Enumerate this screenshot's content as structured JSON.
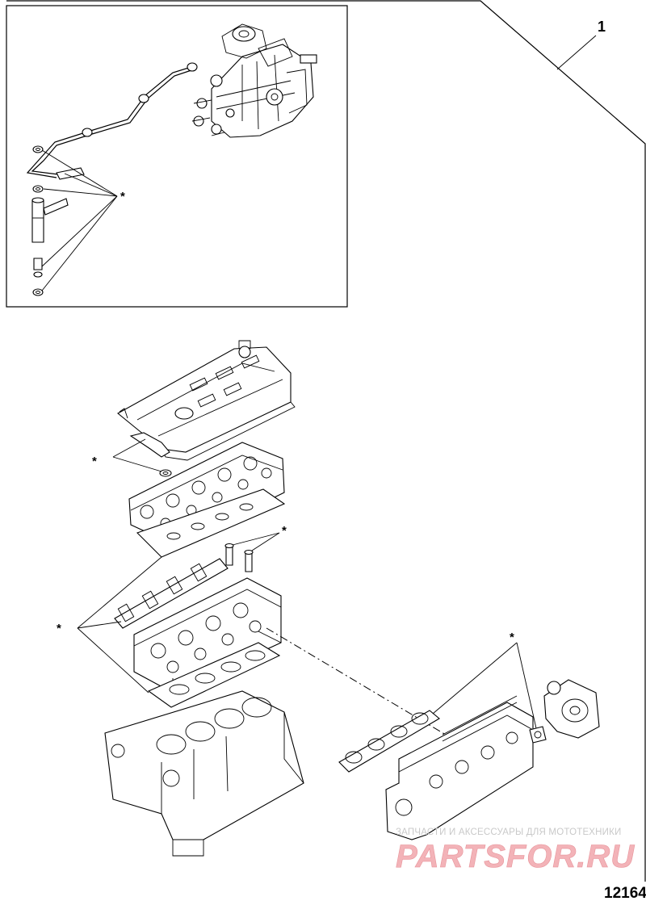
{
  "callout_number": "1",
  "kit_marker": "*",
  "figure_number": "12164",
  "watermark": {
    "subtitle": "ЗАПЧАСТИ И АКСЕССУАРЫ ДЛЯ МОТОТЕХНИКИ",
    "brand": "PARTSFOR.RU"
  }
}
